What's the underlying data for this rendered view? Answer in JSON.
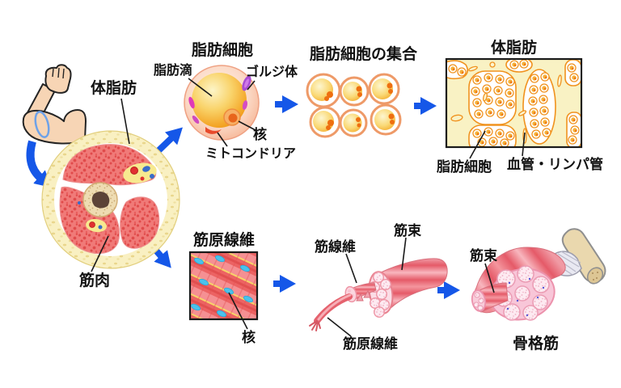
{
  "figure": {
    "description": "Anatomy diagram of body fat and skeletal muscle structure",
    "labels": {
      "body_fat_cross_section": "体脂肪",
      "muscle_cross_section": "筋肉",
      "fat_cell_title": "脂肪細胞",
      "fat_droplet": "脂肪滴",
      "golgi_body": "ゴルジ体",
      "fat_cell_nucleus": "核",
      "mitochondria": "ミトコンドリア",
      "fat_cell_cluster_title": "脂肪細胞の集合",
      "body_fat_tissue_title": "体脂肪",
      "fat_cells": "脂肪細胞",
      "blood_lymph_vessels": "血管・リンパ管",
      "myofibril_box_title": "筋原線維",
      "muscle_nucleus": "核",
      "muscle_fiber": "筋線維",
      "fascicle_mid": "筋束",
      "myofibril_strand": "筋原線維",
      "fascicle_right": "筋束",
      "skeletal_muscle_title": "骨格筋"
    },
    "colors": {
      "arrow_blue": "#1557e8",
      "muscle_red": "#f07a78",
      "muscle_deep_red": "#e04b4b",
      "fat_cream": "#f9f0c2",
      "fat_orange_outline": "#f0921e",
      "cell_pink": "#f2a584",
      "droplet_yellow": "#f9d36a",
      "golgi_purple": "#aa4cd4",
      "nucleus_blue": "#4ac2ec",
      "bone_tan": "#ead8ae",
      "skin": "#f7d5b5",
      "text_black": "#111111"
    }
  }
}
